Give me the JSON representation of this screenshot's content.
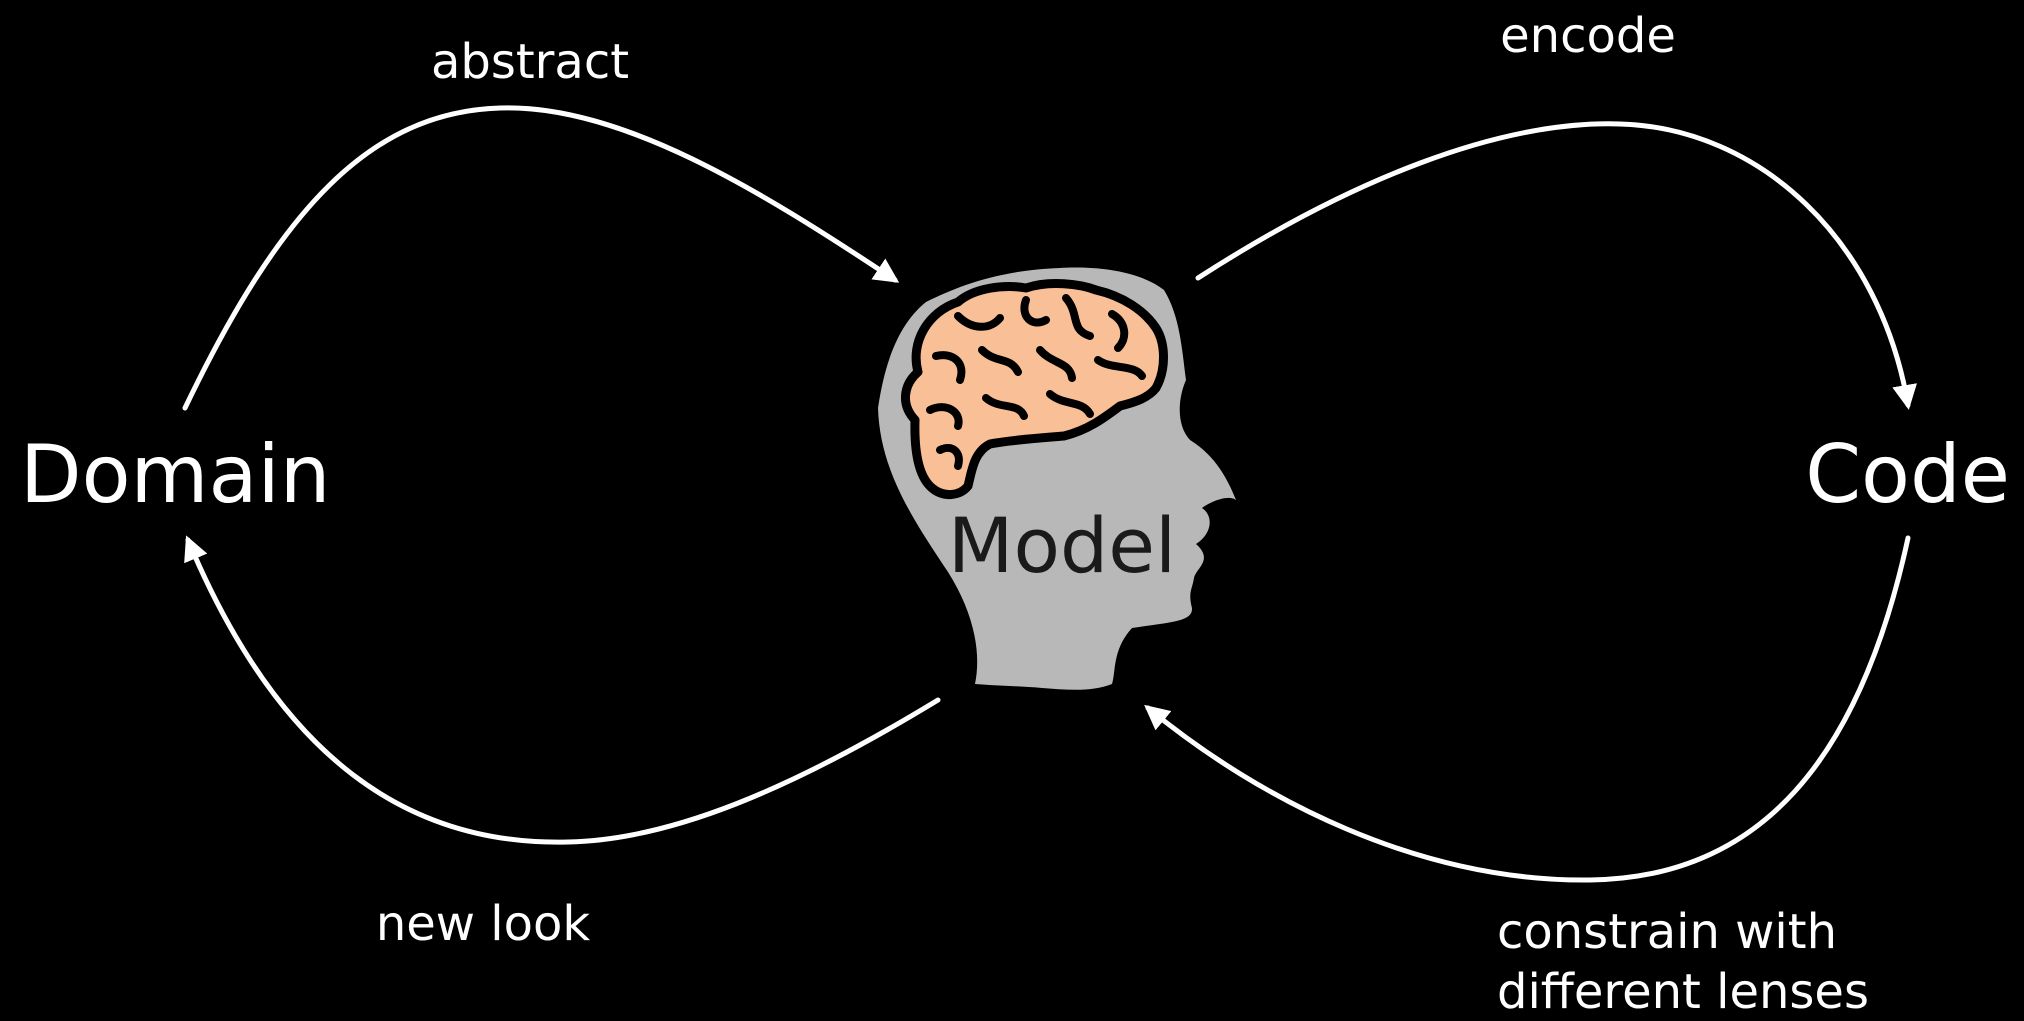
{
  "nodes": {
    "domain": "Domain",
    "code": "Code",
    "model": "Model"
  },
  "edges": {
    "abstract": "abstract",
    "encode": "encode",
    "new_look": "new look",
    "constrain_line1": "constrain with",
    "constrain_line2": "different lenses"
  },
  "colors": {
    "background": "#000000",
    "foreground": "#ffffff",
    "head": "#b8b8b8",
    "brain": "#f9bf96"
  },
  "icons": {
    "center": "head-with-brain-icon"
  }
}
